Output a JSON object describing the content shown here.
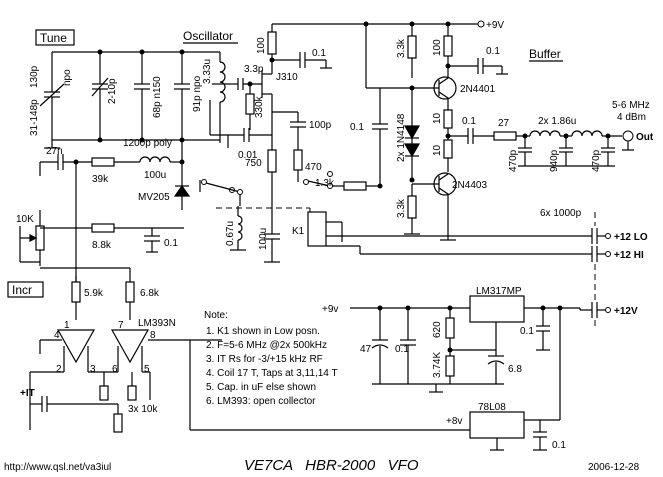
{
  "labels": {
    "tune": "Tune",
    "incr": "Incr",
    "oscillator": "Oscillator",
    "buffer": "Buffer",
    "v9_top": "+9V",
    "v9_mid": "+9v",
    "v8": "+8v",
    "it": "+IT",
    "out": "Out",
    "out_spec_1": "5-6 MHz",
    "out_spec_2": "4 dBm",
    "p12lo": "+12 LO",
    "p12hi": "+12 HI",
    "p12v": "+12V",
    "note_6x1000p": "6x 1000p",
    "k1": "K1",
    "lm317": "LM317MP",
    "l78l08": "78L08",
    "lm393": "LM393N",
    "mv205": "MV205",
    "j310": "J310",
    "q2n4401": "2N4401",
    "q2n4403": "2N4403",
    "d1n4148": "2x 1N4148"
  },
  "components": {
    "c130p": "130p",
    "c_npo1": "npo",
    "c31_148p": "31-148p",
    "c2_10p": "2-10p",
    "c68p": "68p n150",
    "c91p": "91p npo",
    "l333u": "3.33u",
    "c33p": "3.3p",
    "r330k": "330k",
    "c1200p": "1200p poly",
    "c001": "0.01",
    "r750": "750",
    "l067u": "0.67u",
    "c100u_a": "100u",
    "r100_top": "100",
    "c01_j": "0.1",
    "c100p": "100p",
    "r470": "470",
    "r13k": "1.3k",
    "r33k_top": "3.3k",
    "r100_b": "100",
    "c01_b": "0.1",
    "r10_a": "10",
    "r10_b": "10",
    "r33k_bot": "3.3k",
    "c01_d": "0.1",
    "c01_o": "0.1",
    "r27": "27",
    "l186u": "2x 1.86u",
    "c470p_a": "470p",
    "c940p": "940p",
    "c470p_b": "470p",
    "c27n": "27n",
    "r39k": "39k",
    "l100u": "100u",
    "r10k": "10K",
    "r88k": "8.8k",
    "c01_v": "0.1",
    "r59k": "5.9k",
    "r68k": "6.8k",
    "pin1": "1",
    "pin7": "7",
    "pin4": "4",
    "pin8": "8",
    "pin2": "2",
    "pin3": "3",
    "pin5": "5",
    "pin6": "6",
    "r3x10k": "3x 10k",
    "c47": "47",
    "c01_r1": "0.1",
    "r620": "620",
    "r374k": "3.74K",
    "c68": "6.8",
    "c01_r2": "0.1",
    "c01_r3": "0.1"
  },
  "notes": {
    "heading": "Note:",
    "items": [
      "1. K1 shown in Low posn.",
      "2. F=5-6 MHz @2x 500kHz",
      "3. IT Rs for -3/+15 kHz RF",
      "4. Coil 17 T, Taps at 3,11,14 T",
      "5. Cap. in uF else shown",
      "6. LM393: open collector"
    ]
  },
  "footer": {
    "url": "http://www.qsl.net/va3iul",
    "title": "VE7CA   HBR-2000   VFO",
    "date": "2006-12-28"
  }
}
